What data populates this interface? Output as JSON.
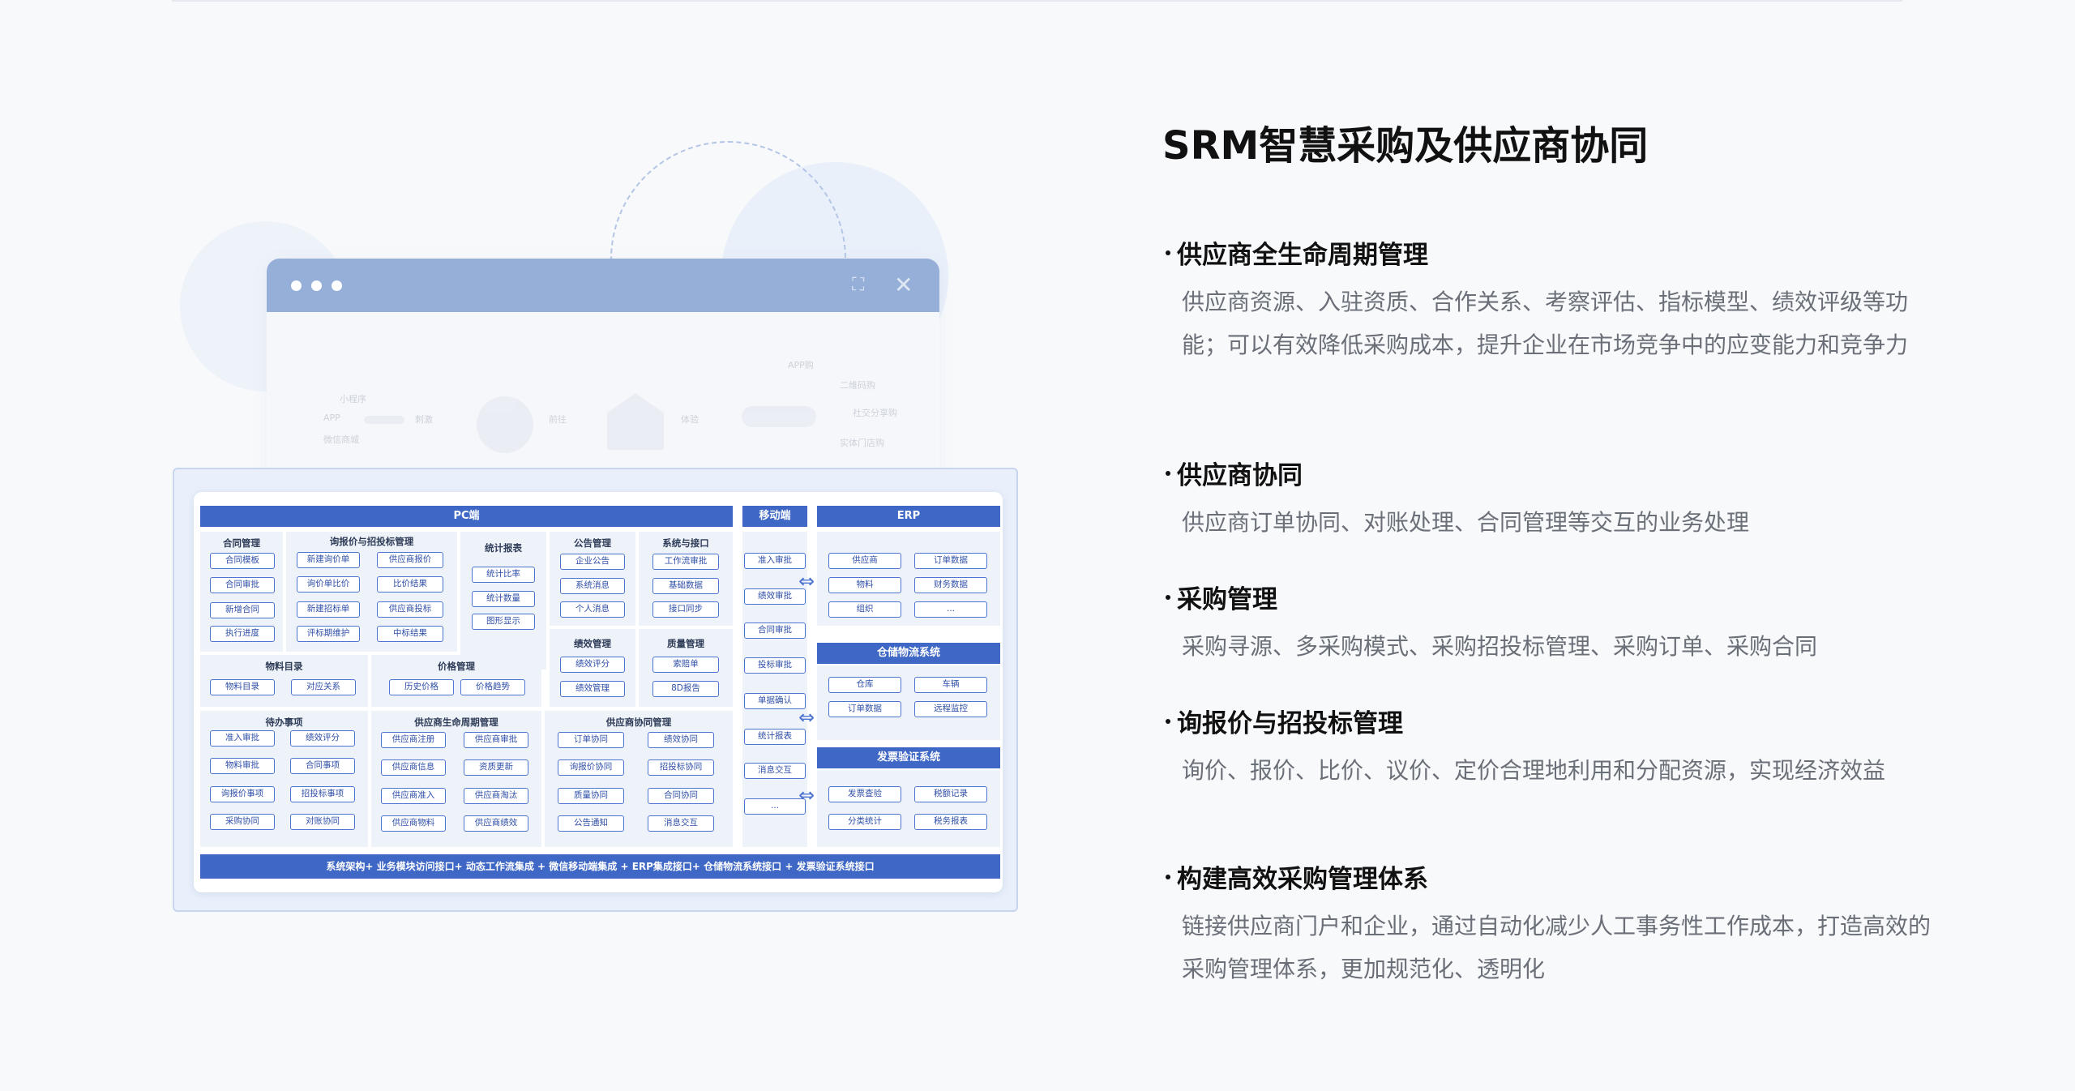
{
  "page": {
    "title": "SRM智慧采购及供应商协同"
  },
  "features": [
    {
      "heading": "供应商全生命周期管理",
      "desc": "供应商资源、入驻资质、合作关系、考察评估、指标模型、绩效评级等功能；可以有效降低采购成本，提升企业在市场竞争中的应变能力和竞争力"
    },
    {
      "heading": "供应商协同",
      "desc": "供应商订单协同、对账处理、合同管理等交互的业务处理"
    },
    {
      "heading": "采购管理",
      "desc": "采购寻源、多采购模式、采购招投标管理、采购订单、采购合同"
    },
    {
      "heading": "询报价与招投标管理",
      "desc": "询价、报价、比价、议价、定价合理地利用和分配资源，实现经济效益"
    },
    {
      "heading": "构建高效采购管理体系",
      "desc": "链接供应商门户和企业，通过自动化减少人工事务性工作成本，打造高效的采购管理体系，更加规范化、透明化"
    }
  ],
  "browser": {
    "expand_icon": "expand-icon",
    "close_icon": "close-icon",
    "faded_labels": [
      "小程序",
      "APP",
      "微信商城",
      "刺激",
      "前往",
      "体验",
      "APP购",
      "二维码购",
      "社交分享购",
      "实体门店购"
    ]
  },
  "diagram": {
    "pc_bar": "PC端",
    "mobile_bar": "移动端",
    "erp_bar": "ERP",
    "wms_bar": "仓储物流系统",
    "invoice_bar": "发票验证系统",
    "bottom_bar": "系统架构+ 业务模块访问接口+ 动态工作流集成 + 微信移动端集成 + ERP集成接口+ 仓储物流系统接口 + 发票验证系统接口",
    "contract": {
      "title": "合同管理",
      "items": [
        "合同模板",
        "合同审批",
        "新增合同",
        "执行进度"
      ]
    },
    "inquiry": {
      "title": "询报价与招投标管理",
      "items": [
        "新建询价单",
        "供应商报价",
        "询价单比价",
        "比价结果",
        "新建招标单",
        "供应商投标",
        "评标期维护",
        "中标结果"
      ]
    },
    "report": {
      "title": "统计报表",
      "items": [
        "统计比率",
        "统计数量",
        "图形显示"
      ]
    },
    "notice": {
      "title": "公告管理",
      "items": [
        "企业公告",
        "系统消息",
        "个人消息"
      ]
    },
    "system": {
      "title": "系统与接口",
      "items": [
        "工作流审批",
        "基础数据",
        "接口同步"
      ]
    },
    "material": {
      "title": "物料目录",
      "items": [
        "物料目录",
        "对应关系"
      ]
    },
    "price": {
      "title": "价格管理",
      "items": [
        "历史价格",
        "价格趋势"
      ]
    },
    "perf": {
      "title": "绩效管理",
      "items": [
        "绩效评分",
        "绩效管理"
      ]
    },
    "quality": {
      "title": "质量管理",
      "items": [
        "索赔单",
        "8D报告"
      ]
    },
    "todo": {
      "title": "待办事项",
      "items": [
        "准入审批",
        "绩效评分",
        "物料审批",
        "合同事项",
        "询报价事项",
        "招投标事项",
        "采购协同",
        "对账协同"
      ]
    },
    "lifecycle": {
      "title": "供应商生命周期管理",
      "items": [
        "供应商注册",
        "供应商审批",
        "供应商信息",
        "资质更新",
        "供应商准入",
        "供应商淘汰",
        "供应商物料",
        "供应商绩效"
      ]
    },
    "collab": {
      "title": "供应商协同管理",
      "items": [
        "订单协同",
        "绩效协同",
        "询报价协同",
        "招投标协同",
        "质量协同",
        "合同协同",
        "公告通知",
        "消息交互"
      ]
    },
    "mobile": [
      "准入审批",
      "绩效审批",
      "合同审批",
      "投标审批",
      "单据确认",
      "统计报表",
      "消息交互",
      "..."
    ],
    "erp": [
      "供应商",
      "订单数据",
      "物料",
      "财务数据",
      "组织",
      "..."
    ],
    "wms": [
      "仓库",
      "车辆",
      "订单数据",
      "远程监控"
    ],
    "invoice": [
      "发票查验",
      "税额记录",
      "分类统计",
      "税务报表"
    ]
  }
}
